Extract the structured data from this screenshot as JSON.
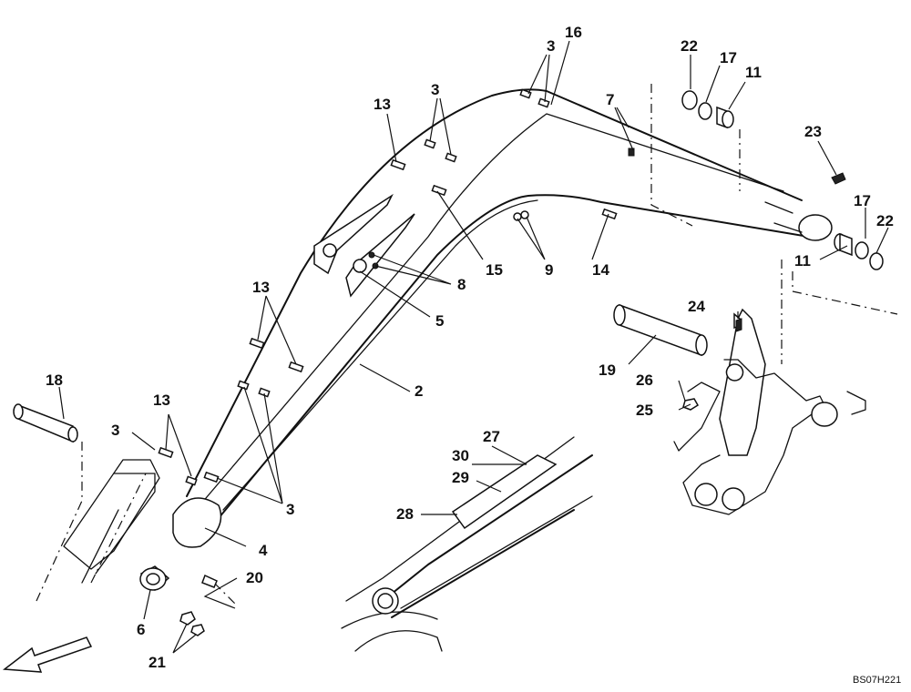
{
  "callouts": {
    "c1": "3",
    "c2": "16",
    "c3": "22",
    "c4": "17",
    "c5": "11",
    "c6": "3",
    "c7": "13",
    "c8": "7",
    "c9": "23",
    "c10": "17",
    "c11": "22",
    "c12": "8",
    "c13": "15",
    "c14": "9",
    "c15": "14",
    "c16": "11",
    "c17": "5",
    "c18": "13",
    "c19": "24",
    "c20": "19",
    "c21": "2",
    "c22": "26",
    "c23": "25",
    "c24": "18",
    "c25": "13",
    "c26": "3",
    "c27": "27",
    "c28": "30",
    "c29": "29",
    "c30": "3",
    "c31": "28",
    "c32": "4",
    "c33": "20",
    "c34": "6",
    "c35": "21"
  },
  "drawing_code": "BS07H221"
}
